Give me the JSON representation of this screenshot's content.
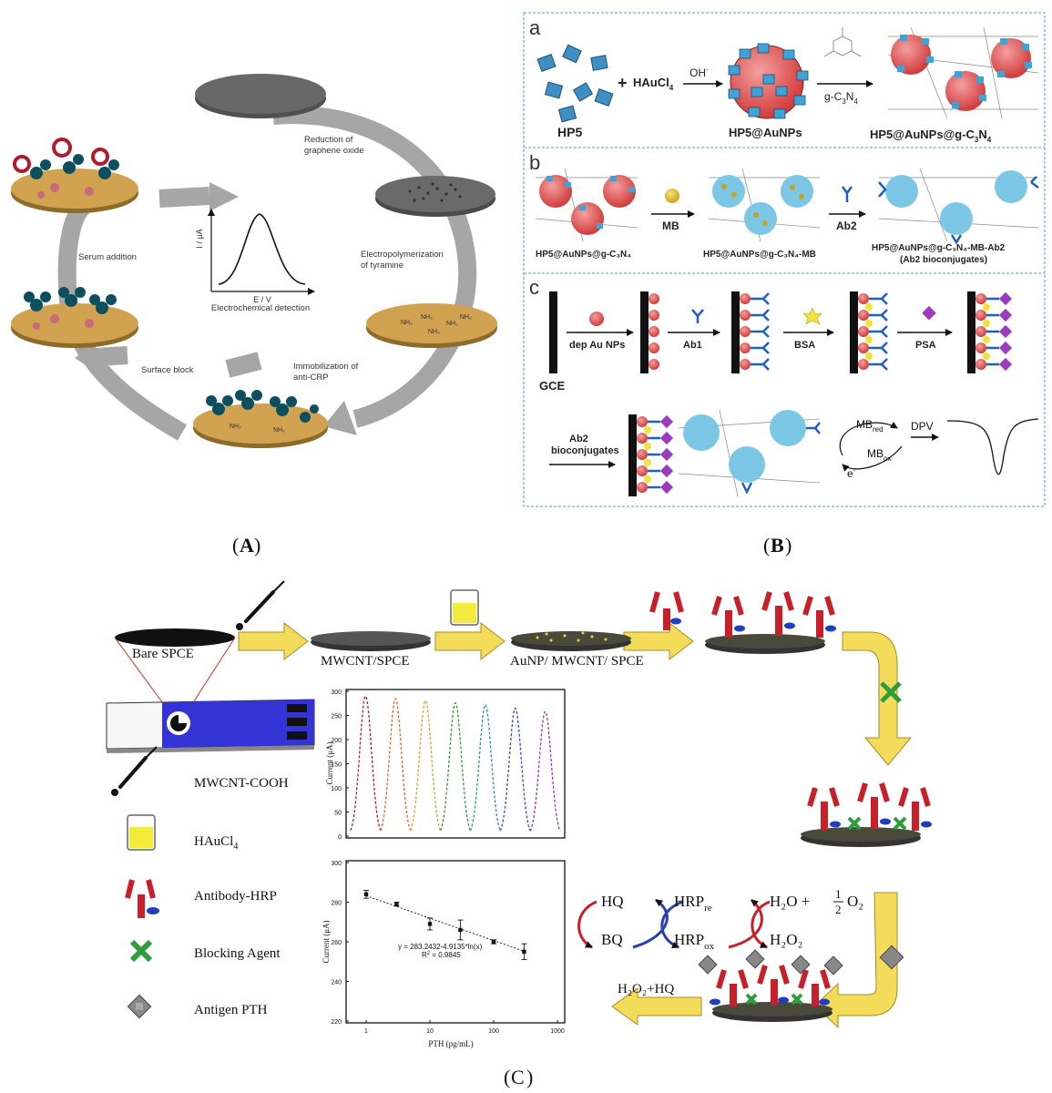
{
  "captions": {
    "a": "A",
    "b": "B",
    "c": "C"
  },
  "panel_a": {
    "steps": {
      "reduction": [
        "Reduction of",
        "graphene oxide"
      ],
      "electropolymerization": [
        "Electropolymerization",
        "of tyramine"
      ],
      "immobilization": [
        "Immobilization of",
        "anti-CRP"
      ],
      "block": "Surface block",
      "serum": "Serum addition"
    },
    "inset": {
      "ylabel": "I / μA",
      "xlabel": "E / V",
      "caption": "Electrochemical detection"
    }
  },
  "panel_b": {
    "a": {
      "letter": "a",
      "hp5": "HP5",
      "reagent": "HAuCl",
      "reagent_sub": "4",
      "oh": "OH",
      "oh_sup": "-",
      "gcn": "g-C",
      "gcn_sub1": "3",
      "gcn_n": "N",
      "gcn_sub2": "4",
      "hp5au": "HP5@AuNPs",
      "product": "HP5@AuNPs@g-C",
      "product_sub1": "3",
      "product_n": "N",
      "product_sub2": "4"
    },
    "b": {
      "letter": "b",
      "left": "HP5@AuNPs@g-C₃N₄",
      "mb": "MB",
      "middle": "HP5@AuNPs@g-C₃N₄-MB",
      "ab2": "Ab2",
      "right": "HP5@AuNPs@g-C₃N₄-MB-Ab2",
      "right2": "(Ab2 bioconjugates)"
    },
    "c": {
      "letter": "c",
      "gce": "GCE",
      "dep": "dep Au NPs",
      "ab1": "Ab1",
      "bsa": "BSA",
      "psa": "PSA",
      "ab2b": [
        "Ab2",
        "bioconjugates"
      ],
      "mbred": "MB",
      "mbred_sub": "red",
      "mbox": "MB",
      "mbox_sub": "ox",
      "eminus": "e",
      "eminus_sup": "-",
      "dpv": "DPV"
    }
  },
  "panel_c": {
    "bare": "Bare SPCE",
    "mwcnt": "MWCNT/SPCE",
    "aunp": "AuNP/ MWCNT/ SPCE",
    "legend": [
      {
        "label": "MWCNT-COOH",
        "icon": "dropper-icon"
      },
      {
        "label": "HAuCl",
        "sub": "4",
        "icon": "beaker-icon"
      },
      {
        "label": "Antibody-HRP",
        "icon": "antibody-icon"
      },
      {
        "label": "Blocking Agent",
        "icon": "cross-icon"
      },
      {
        "label": "Antigen PTH",
        "icon": "antigen-icon"
      }
    ],
    "reaction": {
      "hq": "HQ",
      "bq": "BQ",
      "hrpre": "HRP",
      "hrpre_sub": "re",
      "hrpox": "HRP",
      "hrpox_sub": "ox",
      "h2o": "H₂O + ",
      "half_num": "1",
      "half_den": "2",
      "o2": "O₂",
      "h2o2": "H₂O₂",
      "h2o2hq": "H₂O₂+HQ"
    },
    "colors": {
      "arrow": "#f2dc5a",
      "antibody": "#c8202a",
      "cross": "#2e9e3c"
    }
  },
  "chart_data": [
    {
      "type": "line",
      "ylabel": "Current (μA)",
      "ylim": [
        0,
        300
      ],
      "yticks": [
        0,
        50,
        100,
        150,
        200,
        250,
        300
      ],
      "series": [
        {
          "peak": 290,
          "color": "#9b2335"
        },
        {
          "peak": 285,
          "color": "#d26a2a"
        },
        {
          "peak": 281,
          "color": "#c9a62a"
        },
        {
          "peak": 276,
          "color": "#3f8f3f"
        },
        {
          "peak": 272,
          "color": "#2a8fa8"
        },
        {
          "peak": 265,
          "color": "#3a4fb0"
        },
        {
          "peak": 258,
          "color": "#8a3fa8"
        }
      ]
    },
    {
      "type": "scatter",
      "xlabel": "PTH (pg/mL)",
      "ylabel": "Current (μA)",
      "xscale": "log",
      "xlim": [
        1,
        1000
      ],
      "ylim": [
        220,
        300
      ],
      "xticks": [
        1,
        10,
        100,
        1000
      ],
      "yticks": [
        220,
        240,
        260,
        280,
        300
      ],
      "x": [
        1,
        3,
        10,
        30,
        100,
        300
      ],
      "y": [
        284,
        279,
        269,
        266,
        260,
        255
      ],
      "err": [
        2,
        1,
        3,
        5,
        1,
        4
      ],
      "equation": "y = 283.2432-4.9135*ln(x)",
      "r2": "R",
      "r2_sup": "2",
      "r2_val": " = 0.9845"
    }
  ]
}
